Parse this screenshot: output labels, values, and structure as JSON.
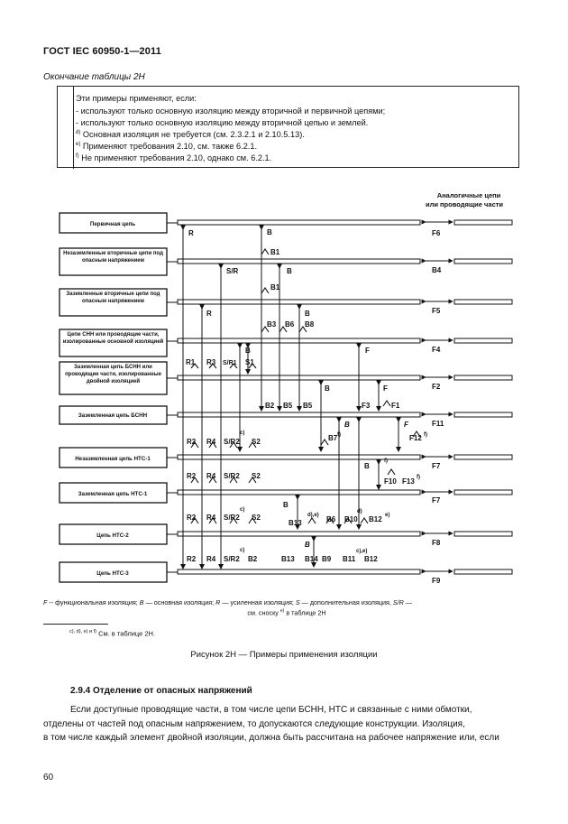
{
  "header": {
    "title": "ГОСТ IEC 60950-1—2011"
  },
  "table_continuation": "Окончание таблицы 2Н",
  "notes": {
    "lines": [
      "Эти примеры применяют, если:",
      "- используют только основную изоляцию между вторичной и первичной цепями;",
      "- используют только основную изоляцию между вторичной цепью и землей.",
      "Основная изоляция не требуется (см. 2.3.2.1 и 2.10.5.13).",
      "Применяют требования 2.10, см. также 6.2.1.",
      "Не применяют требования 2.10, однако см. 6.2.1."
    ],
    "markers": [
      "d)",
      "e)",
      "f)"
    ]
  },
  "figure": {
    "right_header": [
      "Аналогичные цепи",
      "или проводящие части"
    ],
    "circuits": [
      "Первичная цепь",
      "Незаземленные вторичные цепи под опасным напряжением",
      "Заземленные вторичные цепи под опасным напряжением",
      "Цепи СНН или проводящие части, изолированные основной изоляцией",
      "Заземленная цепь БСНН или проводящие части, изолированные двойной изоляцией",
      "Заземленная цепь БСНН",
      "Незаземленная цепь НТС-1",
      "Заземленная цепь НТС-1",
      "Цепь НТС-2",
      "Цепь НТС-3"
    ],
    "right_labels": [
      "F6",
      "B4",
      "F5",
      "F4",
      "F2",
      "F11",
      "F7",
      "F7",
      "F8",
      "F9"
    ],
    "labels": {
      "R": "R",
      "B": "B",
      "B1": "B1",
      "SR": "S/R",
      "B3": "B3",
      "B6": "B6",
      "B8": "B8",
      "F": "F",
      "R1": "R1",
      "R3": "R3",
      "SR1": "S/R1",
      "S1": "S1",
      "B2": "B2",
      "B5": "B5",
      "F3": "F3",
      "F1": "F1",
      "B7": "B7",
      "F12": "F12",
      "R2": "R2",
      "R4": "R4",
      "SR2": "S/R2",
      "S2": "S2",
      "F10": "F10",
      "F13": "F13",
      "B13": "B13",
      "B9": "B9",
      "B10": "B10",
      "B12": "B12",
      "B14": "B14",
      "B11": "B11",
      "c": "c)",
      "d": "d)",
      "e": "e)",
      "f": "f)",
      "de": "d),e)",
      "ce": "c),e)"
    }
  },
  "legend": {
    "line1_parts": [
      "F",
      " -- функциональная изоляция; ",
      "B",
      " — основная изоляция; ",
      "R",
      " — усиленная изоляция; ",
      "S",
      " — дополнительная изоляция, ",
      "S/R",
      " —"
    ],
    "line2": "см. сноску",
    "line2_sup": "e)",
    "line2_tail": " в таблице 2Н"
  },
  "footnote": {
    "markers": "c), d), e) и f)",
    "text": "См. в таблице 2Н."
  },
  "figure_caption": "Рисунок 2Н — Примеры применения изоляции",
  "section": {
    "heading": "2.9.4 Отделение от опасных напряжений",
    "lines": [
      "Если доступные проводящие части, в том числе цепи БСНН, НТС и связанные с ними обмотки,",
      "отделены от частей под опасным напряжением, то допускаются следующие конструкции. Изоляция,",
      "в том числе каждый элемент двойной изоляции, должна быть рассчитана на рабочее напряжение или, если"
    ]
  },
  "page_number": "60"
}
